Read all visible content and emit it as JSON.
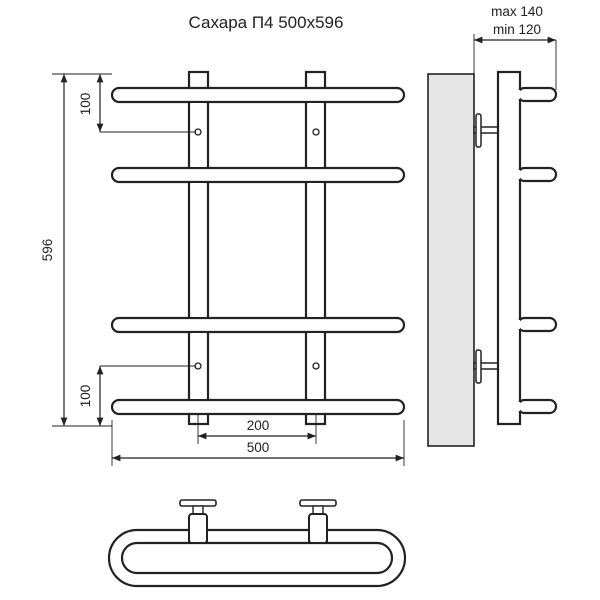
{
  "title": "Сахара П4 500х596",
  "dims": {
    "height_total": "596",
    "top_offset": "100",
    "bottom_offset": "100",
    "center_distance": "200",
    "width_total": "500",
    "max_depth": "max 140",
    "min_depth": "min 120"
  },
  "colors": {
    "line": "#222222",
    "wall": "#e6e6e6",
    "background": "#ffffff"
  }
}
